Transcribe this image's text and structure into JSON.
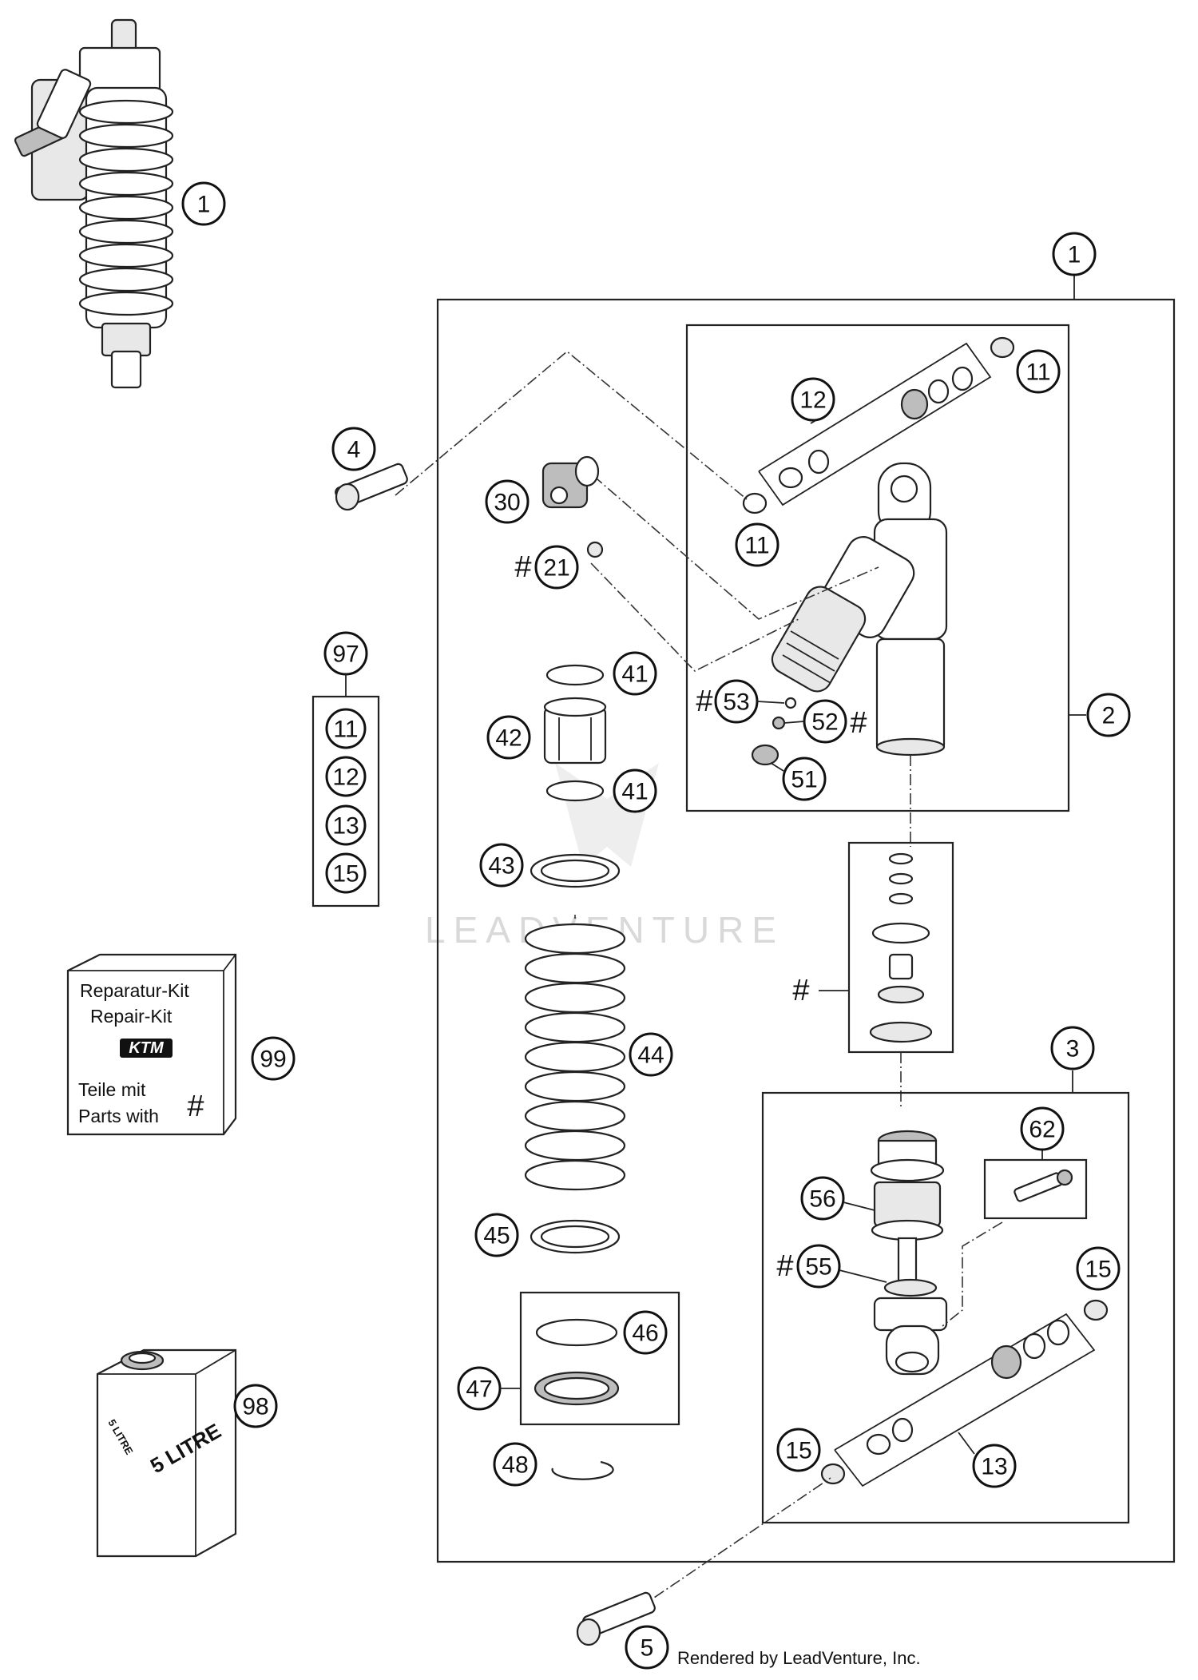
{
  "diagram": {
    "callouts": {
      "c1_top": "1",
      "c1_frame": "1",
      "c2": "2",
      "c3": "3",
      "c4": "4",
      "c5": "5",
      "c11_a": "11",
      "c11_b": "11",
      "c12": "12",
      "c30": "30",
      "c21": "21",
      "c53": "53",
      "c52": "52",
      "c51": "51",
      "c41_a": "41",
      "c41_b": "41",
      "c42": "42",
      "c43": "43",
      "c44": "44",
      "c45": "45",
      "c46": "46",
      "c47": "47",
      "c48": "48",
      "c56": "56",
      "c55": "55",
      "c62": "62",
      "c15_a": "15",
      "c15_b": "15",
      "c13": "13",
      "c97": "97",
      "c97_11": "11",
      "c97_12": "12",
      "c97_13": "13",
      "c97_15": "15",
      "c99": "99",
      "c98": "98"
    },
    "hash_mark": "#",
    "repair_kit": {
      "line1": "Reparatur-Kit",
      "line2": "Repair-Kit",
      "logo": "KTM",
      "line3": "Teile mit",
      "line4": "Parts with",
      "hash": "#"
    },
    "oil_can": {
      "front_label": "5 LITRE",
      "side_label": "5 LITRE"
    },
    "watermark": "LEADVENTURE",
    "footer": "Rendered by LeadVenture, Inc."
  }
}
